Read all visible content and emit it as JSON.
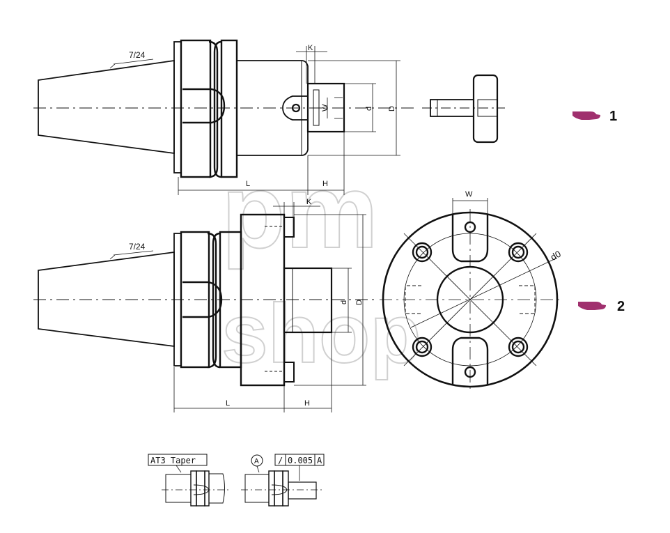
{
  "figure": {
    "watermark": {
      "line1": "pm",
      "line2": "shop"
    },
    "top_view": {
      "taper_label": "7/24",
      "dim_k": "K",
      "dim_w": "W",
      "dim_d": "d",
      "dim_D": "D",
      "dim_L": "L",
      "dim_H": "H"
    },
    "bottom_view": {
      "taper_label": "7/24",
      "dim_k": "K",
      "dim_d": "d",
      "dim_D": "D",
      "dim_L": "L",
      "dim_H": "H"
    },
    "front_view": {
      "dim_w": "W",
      "dim_d0": "d0"
    },
    "markers": [
      {
        "label": "1",
        "color": "#a0306e"
      },
      {
        "label": "2",
        "color": "#a0306e"
      }
    ],
    "tolerance": {
      "taper_box": "AT3 Taper",
      "datum": "A",
      "runout_symbol": "/",
      "runout_value": "0.005",
      "runout_datum": "A"
    }
  }
}
